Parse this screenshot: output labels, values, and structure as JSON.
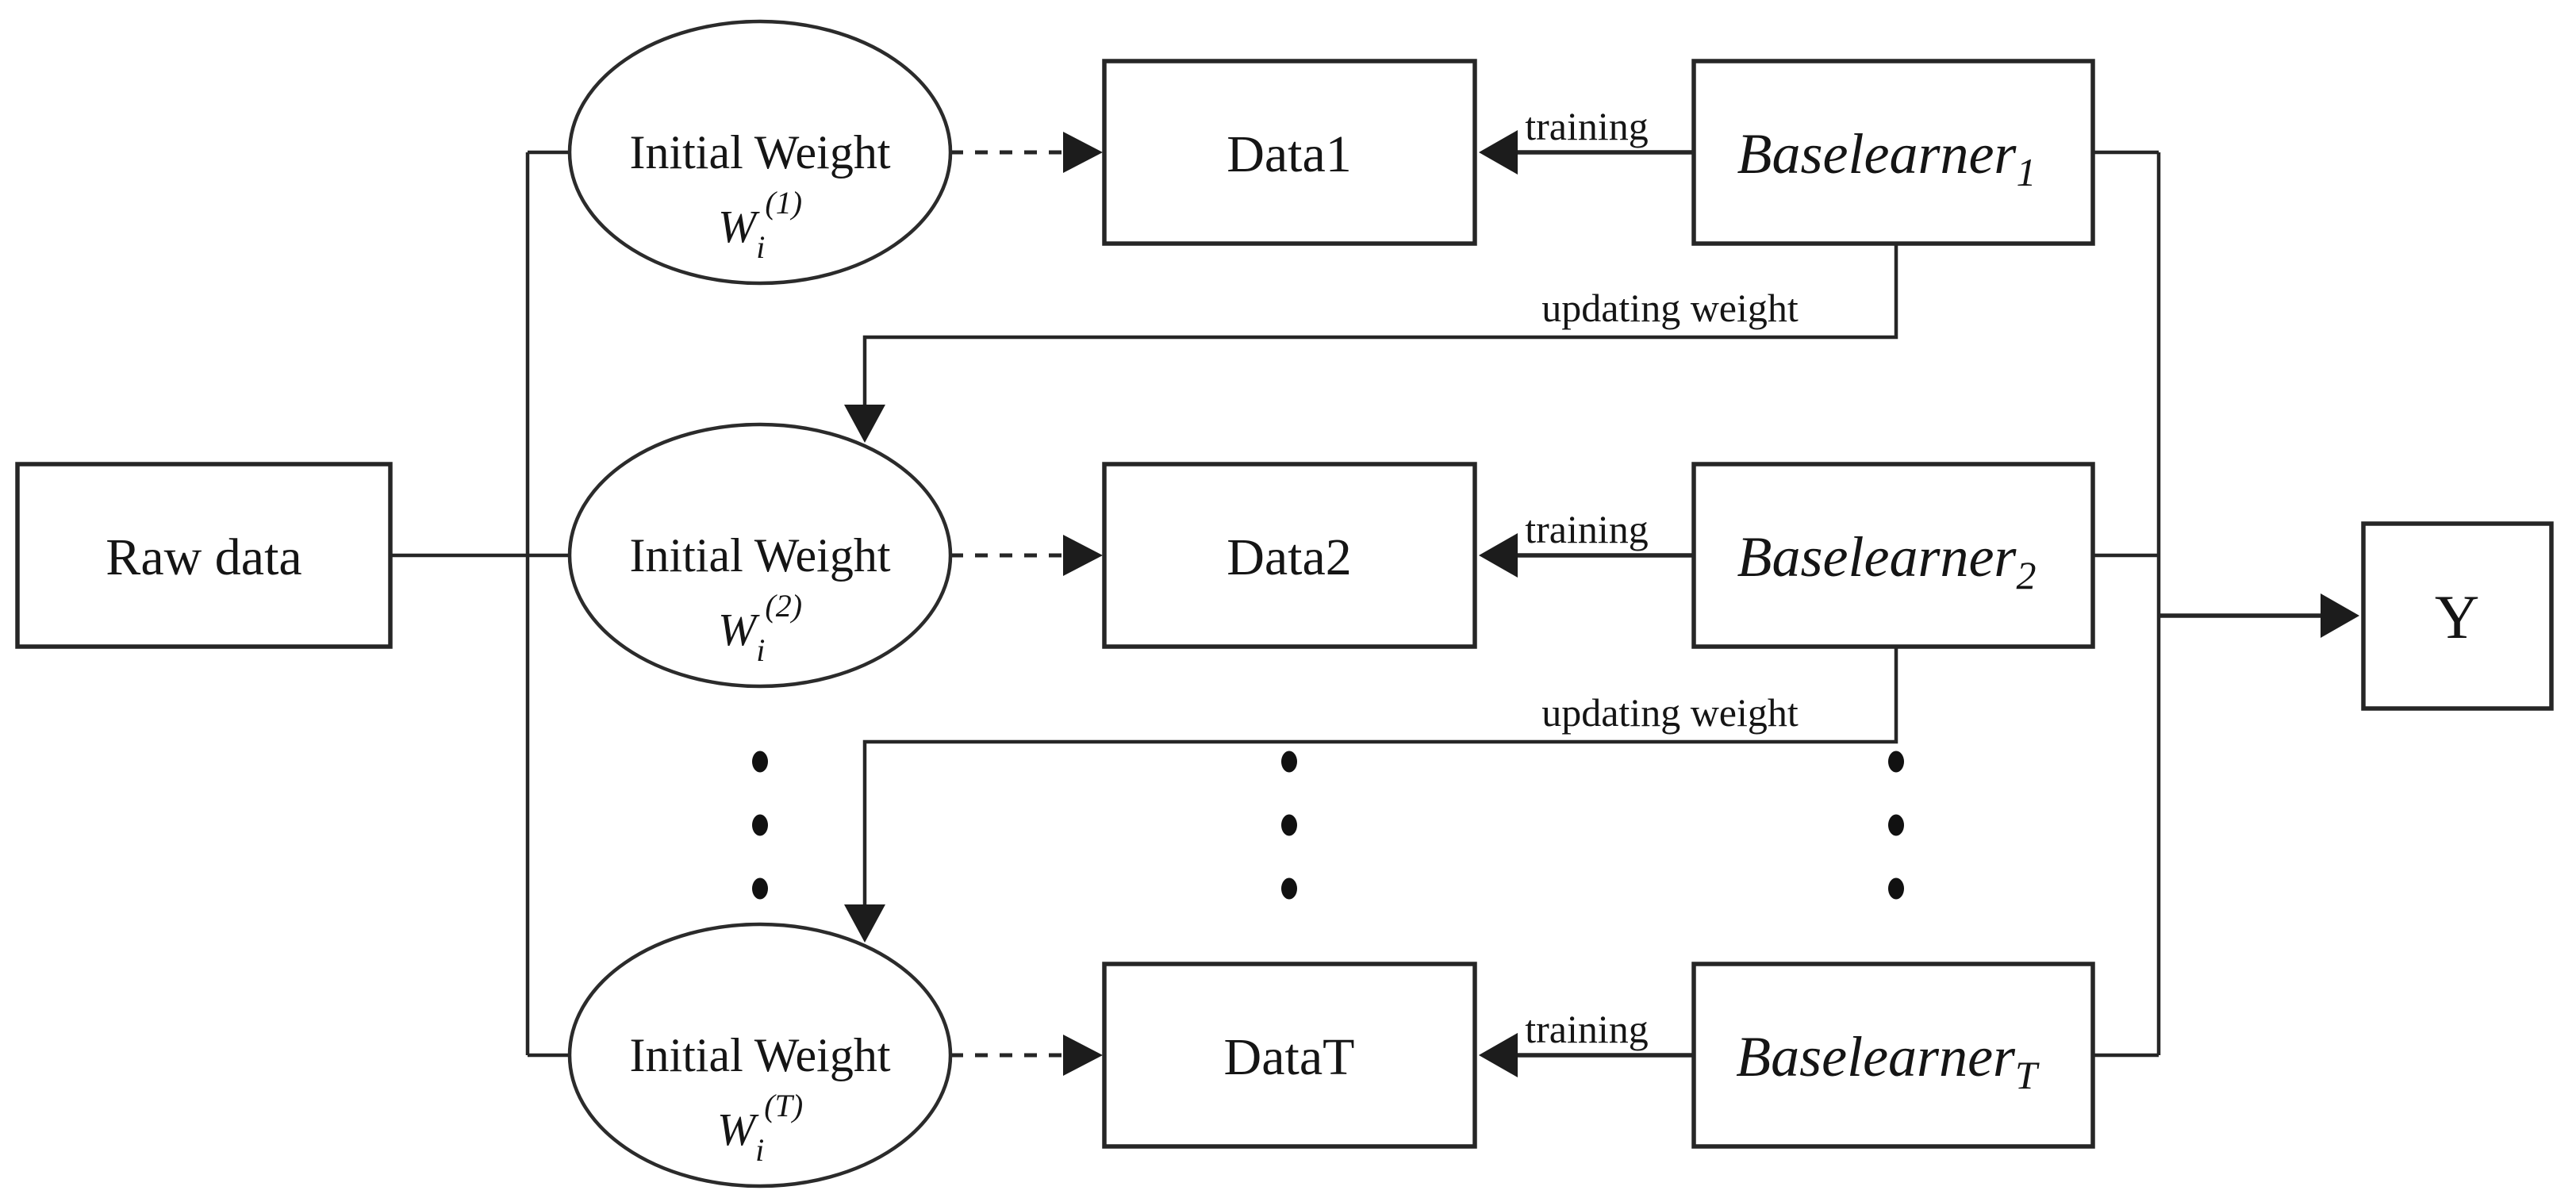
{
  "colors": {
    "background": "#ffffff",
    "line": "#262626",
    "text": "#151515"
  },
  "nodes": {
    "raw_data": {
      "label": "Raw data"
    },
    "output": {
      "label": "Y"
    }
  },
  "labels": {
    "training": "training",
    "updating_weight": "updating weight"
  },
  "rows": [
    {
      "weight_title": "Initial Weight",
      "w": "W",
      "w_sub": "i",
      "w_sup": "(1)",
      "data": "Data1",
      "learner": "Baselearner",
      "learner_sub": "1"
    },
    {
      "weight_title": "Initial Weight",
      "w": "W",
      "w_sub": "i",
      "w_sup": "(2)",
      "data": "Data2",
      "learner": "Baselearner",
      "learner_sub": "2"
    },
    {
      "weight_title": "Initial Weight",
      "w": "W",
      "w_sub": "i",
      "w_sup": "(T)",
      "data": "DataT",
      "learner": "Baselearner",
      "learner_sub": "T"
    }
  ]
}
